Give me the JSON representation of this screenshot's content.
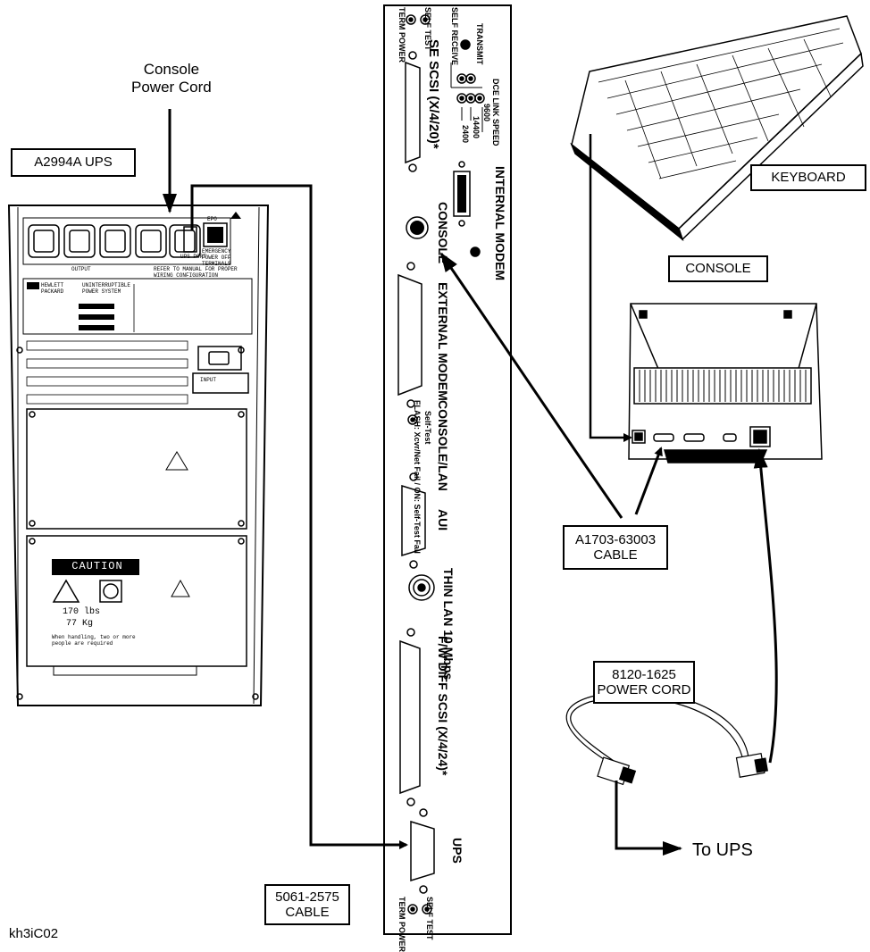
{
  "labels": {
    "console_power_cord": [
      "Console",
      "Power Cord"
    ],
    "ups_box": "A2994A UPS",
    "keyboard_box": "KEYBOARD",
    "console_box": "CONSOLE",
    "a1703_cable": [
      "A1703-63003",
      "CABLE"
    ],
    "power_cord_8120": [
      "8120-1625",
      "POWER CORD"
    ],
    "cable_5061": [
      "5061-2575",
      "CABLE"
    ],
    "to_ups": "To UPS",
    "figure_id": "kh3iC02"
  },
  "panel": {
    "term_power_top": [
      "TERM",
      "POWER"
    ],
    "self_test_top": [
      "SELF",
      "TEST"
    ],
    "self_receive": "SELF RECEIVE",
    "transmit": "TRANSMIT",
    "se_scsi": "SE SCSI (X/4/20)*",
    "dce_link_speed": [
      "DCE LINK",
      "SPEED"
    ],
    "speed_2400": "2400",
    "speed_14400": "14400",
    "speed_9600": "9600",
    "internal_modem": [
      "INTERNAL",
      "MODEM"
    ],
    "console": "CONSOLE",
    "external_modem": "EXTERNAL MODEM",
    "console_lan": "CONSOLE/LAN",
    "self_test_led": "Self-Test",
    "flash_note": [
      "FLASH: Xcvr/Net Fail",
      "ON: Self-Test Fail"
    ],
    "aui": "AUI",
    "thin_lan": [
      "THIN LAN",
      "10 Mbps"
    ],
    "fw_diff_scsi": "F/W DIFF SCSI (X/4/24)*",
    "ups": "UPS",
    "term_power_bottom": [
      "TERM",
      "POWER"
    ],
    "self_test_bottom": [
      "SELF",
      "TEST"
    ]
  },
  "ups_unit": {
    "caution": "CAUTION",
    "weight_lbs": "170 lbs",
    "weight_kg": "77 Kg",
    "handling": "When handling, two or more people are required",
    "epo": "EPO",
    "input": "INPUT",
    "refer_manual": "REFER TO MANUAL FOR PROPER WIRING CONFIGURATION",
    "output": "OUTPUT",
    "brand": "HEWLETT PACKARD",
    "product": "UNINTERRUPTIBLE POWER SYSTEM",
    "ups_port": "UPS PORT",
    "emergency": "EMERGENCY POWER OFF TERMINALS"
  }
}
